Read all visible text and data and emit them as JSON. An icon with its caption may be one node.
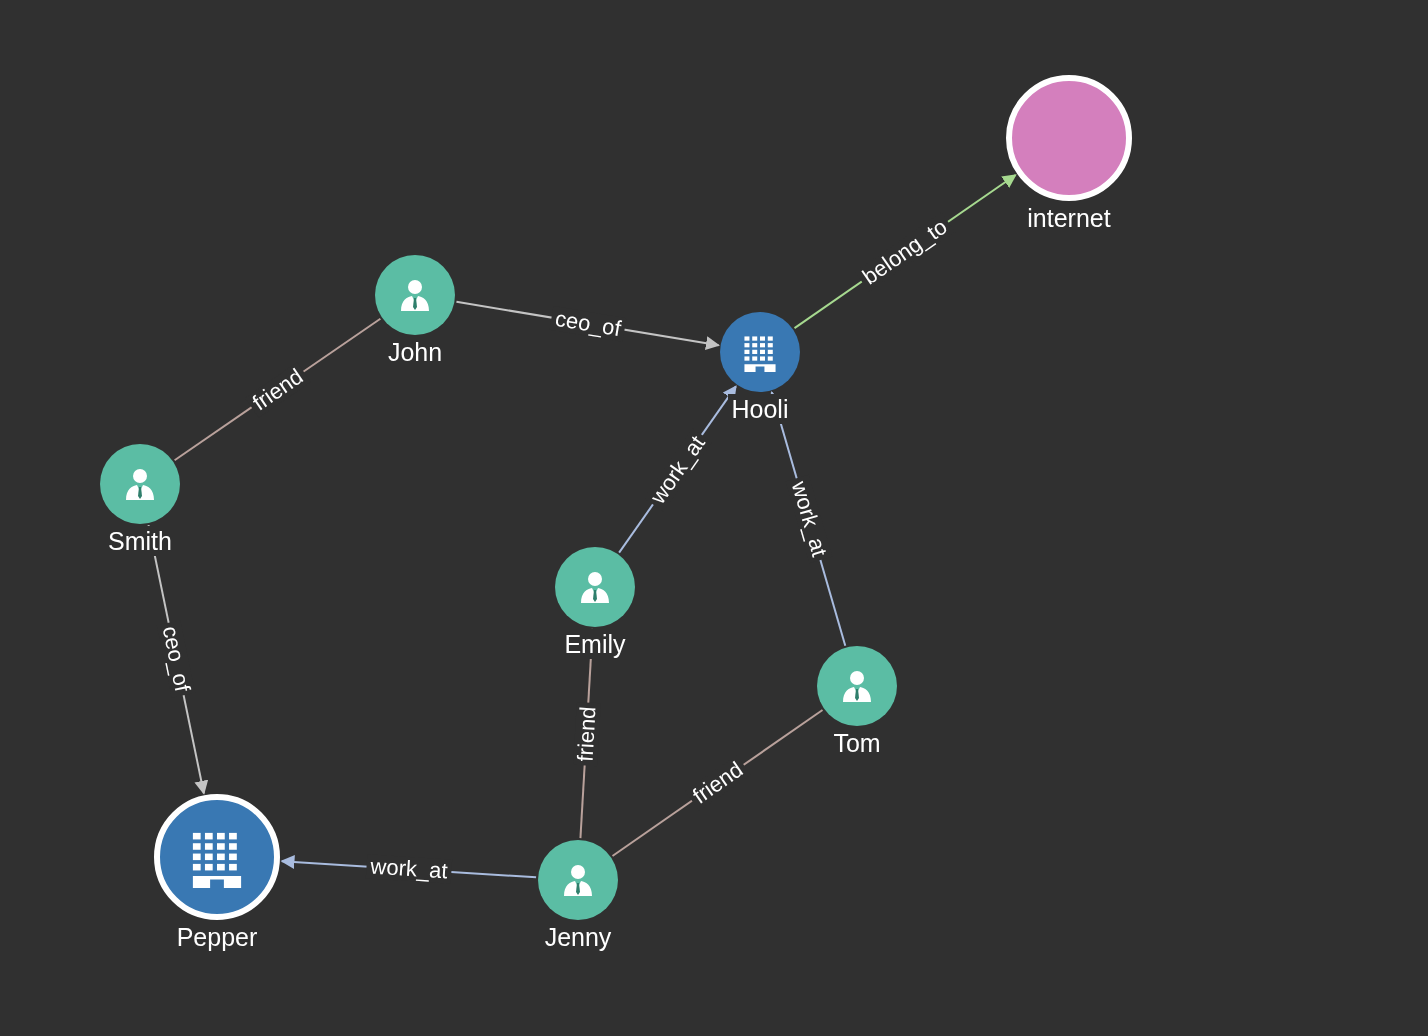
{
  "diagram": {
    "nodes": [
      {
        "text": [
          "John"
        ]
      },
      {
        "text": [
          "Hooli"
        ]
      },
      {
        "text": [
          "internet"
        ]
      },
      {
        "text": [
          "Smith"
        ]
      },
      {
        "text": [
          "Emily"
        ]
      },
      {
        "text": [
          "Tom"
        ]
      },
      {
        "text": [
          "Pepper"
        ]
      },
      {
        "text": [
          "Jenny"
        ]
      }
    ],
    "edges": [
      {
        "from": 0,
        "to": 1,
        "arrow": "to",
        "label": "ceo_of",
        "color": "#c4c4c4"
      },
      {
        "from": 1,
        "to": 2,
        "arrow": "to",
        "label": "belong_to",
        "color": "#a6d98f"
      },
      {
        "from": 0,
        "to": 3,
        "arrow": "none",
        "label": "friend",
        "color": "#b9a19b"
      },
      {
        "from": 3,
        "to": 6,
        "arrow": "to",
        "label": "ceo_of",
        "color": "#c4c4c4"
      },
      {
        "from": 4,
        "to": 1,
        "arrow": "to",
        "label": "work_at",
        "color": "#a9bcdf"
      },
      {
        "from": 5,
        "to": 1,
        "arrow": "to",
        "label": "work_at",
        "color": "#a9bcdf"
      },
      {
        "from": 4,
        "to": 7,
        "arrow": "none",
        "label": "friend",
        "color": "#b9a19b"
      },
      {
        "from": 5,
        "to": 7,
        "arrow": "none",
        "label": "friend",
        "color": "#b9a19b"
      },
      {
        "from": 7,
        "to": 6,
        "arrow": "to",
        "label": "work_at",
        "color": "#a9bcdf"
      }
    ]
  }
}
